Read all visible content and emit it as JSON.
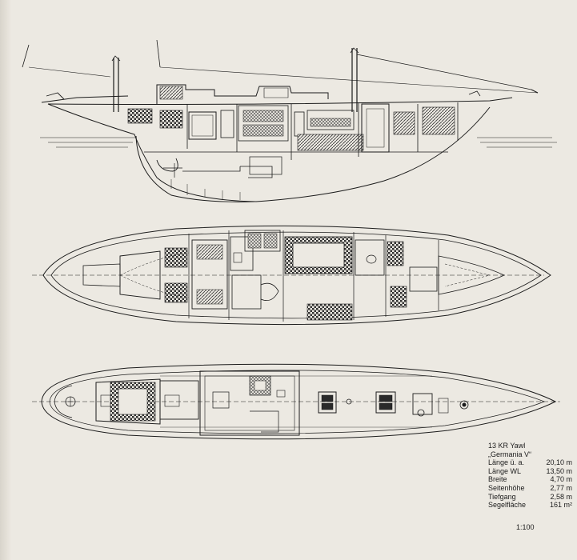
{
  "vessel": {
    "type_line": "13 KR Yawl",
    "name_line": "„Germania V“"
  },
  "specs": [
    {
      "label": "Länge ü. a.",
      "value": "20,10 m"
    },
    {
      "label": "Länge WL",
      "value": "13,50 m"
    },
    {
      "label": "Breite",
      "value": "4,70 m"
    },
    {
      "label": "Seitenhöhe",
      "value": "2,77 m"
    },
    {
      "label": "Tiefgang",
      "value": "2,58 m"
    },
    {
      "label": "Segelfläche",
      "value": "161 m²"
    }
  ],
  "scale": "1:100",
  "colors": {
    "paper": "#ece9e2",
    "ink": "#1c1c1c",
    "hatch": "#555555"
  }
}
